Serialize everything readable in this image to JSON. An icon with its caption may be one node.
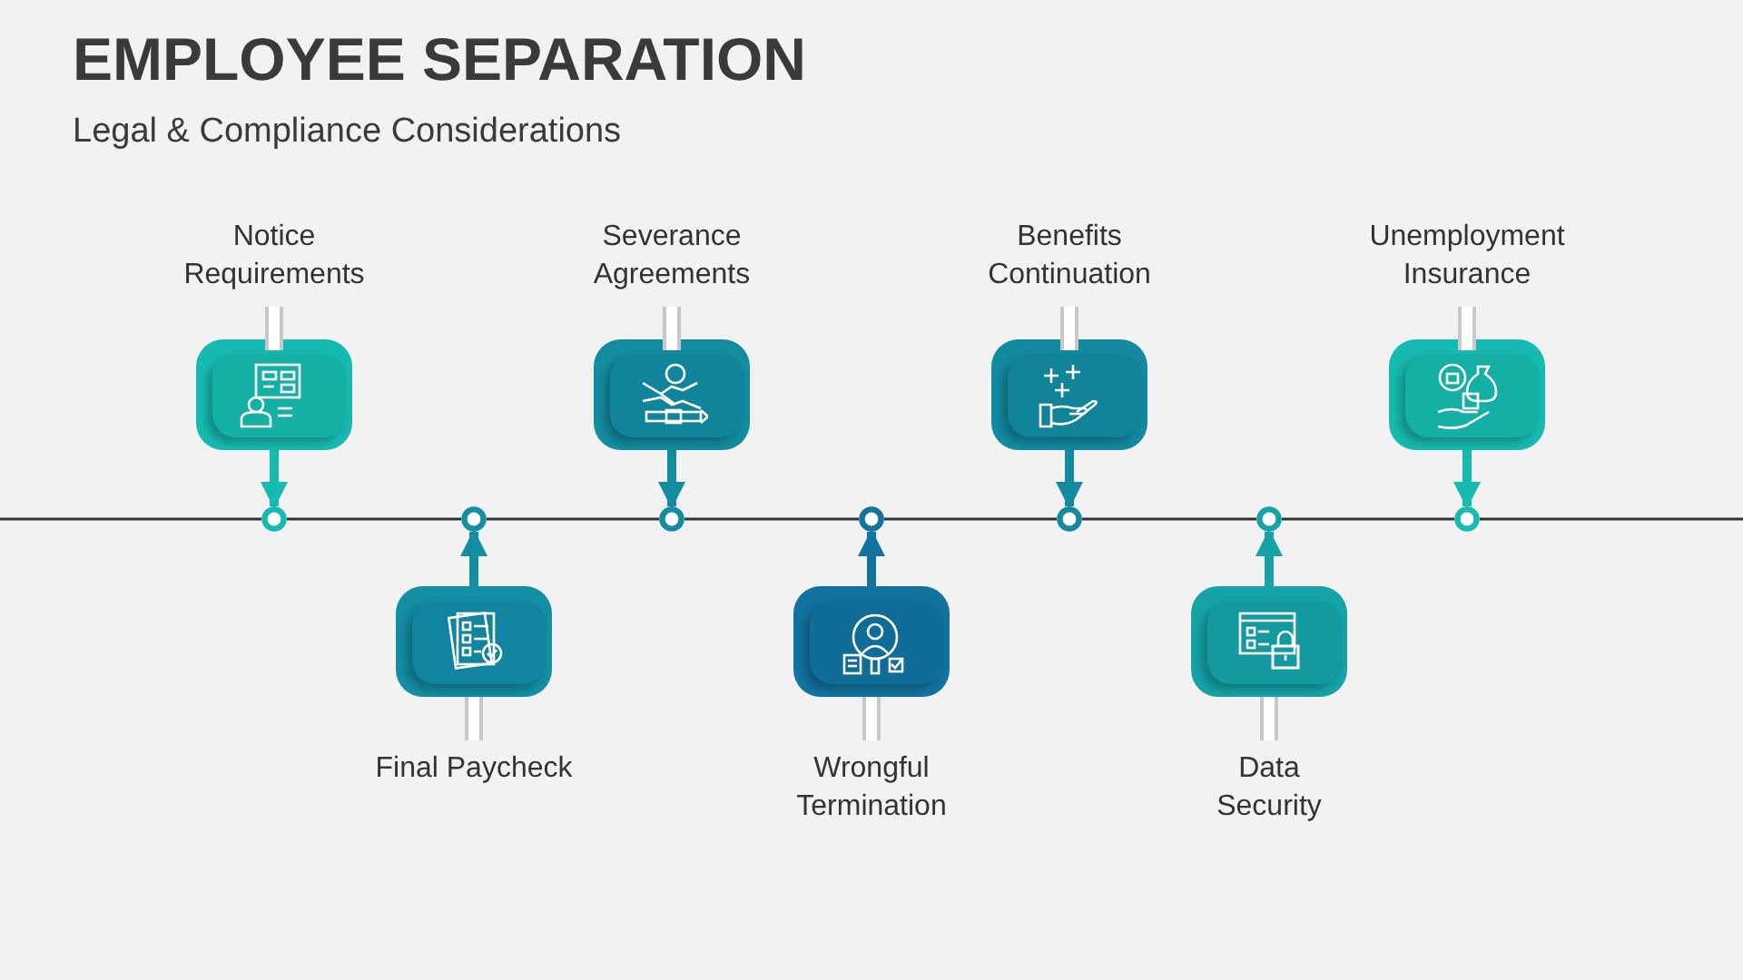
{
  "diagram": {
    "title": "EMPLOYEE SEPARATION",
    "nodes": [
      {
        "text": [
          "Notice Requirements"
        ]
      },
      {
        "text": [
          "Final Paycheck"
        ]
      },
      {
        "text": [
          "Severance Agreements"
        ]
      },
      {
        "text": [
          "Wrongful Termination"
        ]
      },
      {
        "text": [
          "Benefits Continuation"
        ]
      },
      {
        "text": [
          "Data Security"
        ]
      },
      {
        "text": [
          "Unemployment Insurance"
        ]
      },
      {
        "text": [],
        "shape": "circle"
      },
      {
        "text": [],
        "shape": "circle"
      },
      {
        "text": [],
        "shape": "circle"
      },
      {
        "text": [],
        "shape": "circle"
      },
      {
        "text": [],
        "shape": "circle"
      },
      {
        "text": [],
        "shape": "circle"
      },
      {
        "text": [],
        "shape": "circle"
      }
    ],
    "edges": [
      {
        "from": 0,
        "to": 7,
        "arrow": "to",
        "color": "#17bab0"
      },
      {
        "from": 1,
        "to": 8,
        "arrow": "to",
        "color": "#138ea2"
      },
      {
        "from": 2,
        "to": 9,
        "arrow": "to",
        "color": "#138ca0"
      },
      {
        "from": 3,
        "to": 10,
        "arrow": "to",
        "color": "#1273a0"
      },
      {
        "from": 4,
        "to": 11,
        "arrow": "to",
        "color": "#138aa0"
      },
      {
        "from": 5,
        "to": 12,
        "arrow": "to",
        "color": "#15a3a8"
      },
      {
        "from": 6,
        "to": 13,
        "arrow": "to",
        "color": "#17bab0"
      },
      {
        "from": 7,
        "to": 8,
        "arrow": "none"
      },
      {
        "from": 8,
        "to": 9,
        "arrow": "none"
      },
      {
        "from": 9,
        "to": 10,
        "arrow": "none"
      },
      {
        "from": 10,
        "to": 11,
        "arrow": "none"
      },
      {
        "from": 11,
        "to": 12,
        "arrow": "none"
      },
      {
        "from": 12,
        "to": 13,
        "arrow": "none"
      }
    ],
    "labels": [
      "Legal & Compliance Considerations"
    ]
  }
}
